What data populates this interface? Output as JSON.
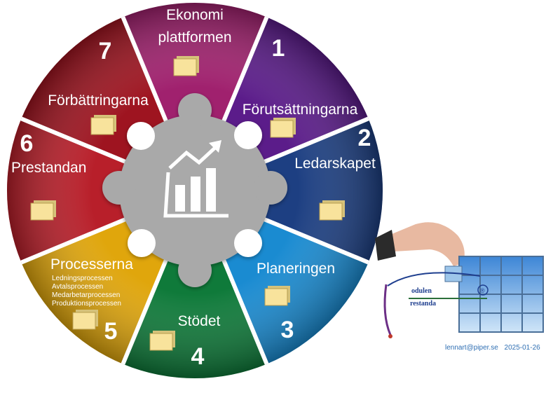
{
  "segments": [
    {
      "title": [
        "Ekonomi",
        "plattformen"
      ],
      "number": "",
      "color": "#a0216e"
    },
    {
      "title": [
        "Förutsättningarna"
      ],
      "number": "1",
      "color": "#5b1c8a"
    },
    {
      "title": [
        "Ledarskapet"
      ],
      "number": "2",
      "color": "#1d3f82"
    },
    {
      "title": [
        "Planeringen"
      ],
      "number": "3",
      "color": "#1a8bd1"
    },
    {
      "title": [
        "Stödet"
      ],
      "number": "4",
      "color": "#0f7a3a"
    },
    {
      "title": [
        "Processerna"
      ],
      "number": "5",
      "color": "#e0a60c",
      "subitems": [
        "Ledningsprocessen",
        "Avtalsprocessen",
        "Medarbetarprocessen",
        "Produktionsprocessen"
      ]
    },
    {
      "title": [
        "Prestandan"
      ],
      "number": "6",
      "color": "#b81f2a"
    },
    {
      "title": [
        "Förbättringarna"
      ],
      "number": "7",
      "color": "#9e1420"
    }
  ],
  "colors": {
    "hub": "#a9a9a9",
    "hub_icon": "#ffffff",
    "folder": "#f8e39c"
  },
  "logo": {
    "brand_parts": [
      "odulen",
      "restanda"
    ],
    "registered_mark": "®"
  },
  "footer": {
    "email": "lennart@piper.se",
    "date": "2025-01-26"
  }
}
